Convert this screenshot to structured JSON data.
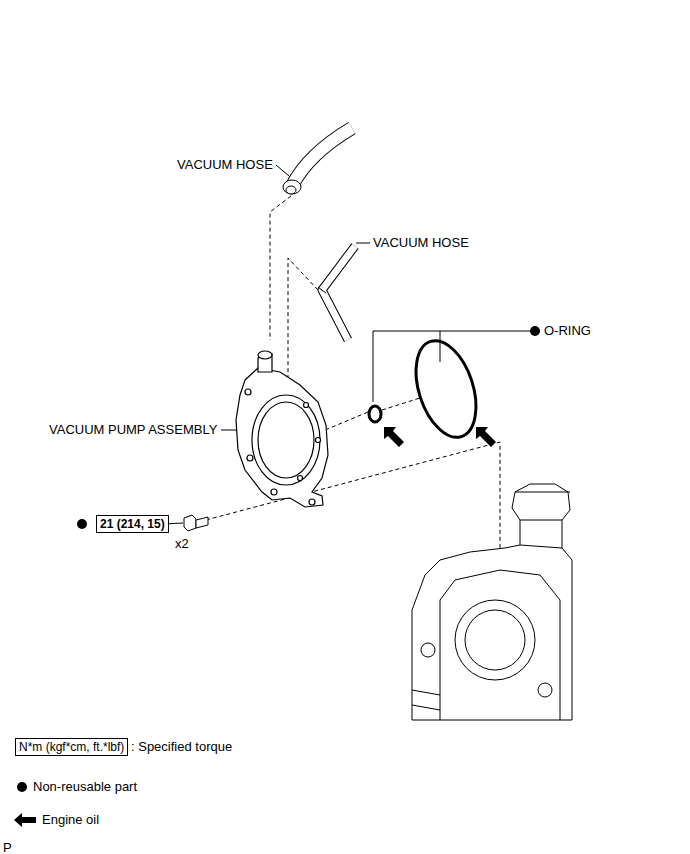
{
  "diagram": {
    "nodes": [
      {
        "text": [
          "21 (214, 15)"
        ]
      }
    ],
    "labels": [
      "VACUUM HOSE",
      "VACUUM HOSE",
      "O-RING",
      "VACUUM PUMP ASSEMBLY",
      "x2",
      "N*m (kgf*cm, ft.*lbf)",
      "P"
    ],
    "legend": [
      {
        "text": ": Specified torque"
      },
      {
        "text": "Non-reusable part"
      },
      {
        "text": "Engine oil"
      }
    ]
  }
}
